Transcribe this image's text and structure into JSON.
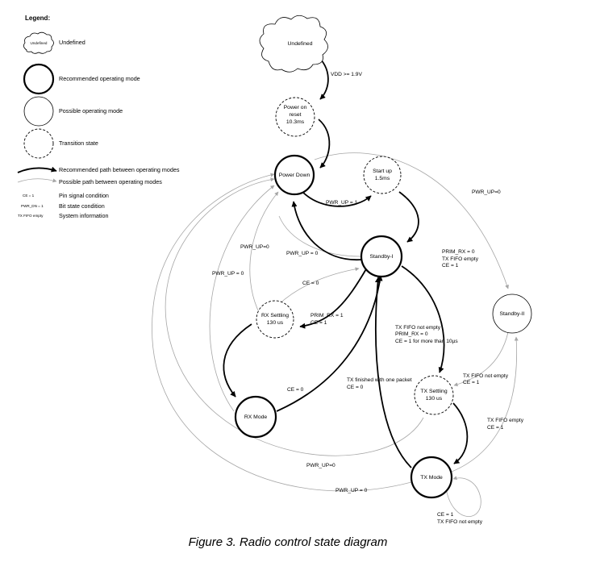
{
  "legend": {
    "title": "Legend:",
    "undefined_cloud_label": "Undefined",
    "undefined": "Undefined",
    "recommended_mode": "Recommended operating mode",
    "possible_mode": "Possible operating mode",
    "transition_state": "Transition state",
    "recommended_path": "Recommended path between operating modes",
    "possible_path": "Possible path between operating modes",
    "pin_example": "CE = 1",
    "pin_desc": "Pin signal condition",
    "bit_example": "PWR_DN = 1",
    "bit_desc": "Bit state condition",
    "sys_example": "TX FIFO empty",
    "sys_desc": "System information"
  },
  "states": {
    "undefined": "Undefined",
    "power_on_reset": [
      "Power on",
      "reset",
      "10.3ms"
    ],
    "power_down": "Power Down",
    "start_up": [
      "Start up",
      "1.5ms"
    ],
    "standby_1": "Standby-I",
    "standby_2": "Standby-II",
    "rx_settling": [
      "RX Settling",
      "130 us"
    ],
    "rx_mode": "RX Mode",
    "tx_settling": [
      "TX Settling",
      "130 us"
    ],
    "tx_mode": "TX Mode"
  },
  "labels": {
    "vdd": "VDD >= 1.9V",
    "pwr_up_1": "PWR_UP = 1",
    "pwr_up_0_a": "PWR_UP = 0",
    "pwr_up_0_b": "PWR_UP=0",
    "pwr_up_0_c": "PWR_UP = 0",
    "pwr_up_0_d": "PWR_UP=0",
    "pwr_up_0_e": "PWR_UP=0",
    "pwr_up_0_f": "PWR_UP = 0",
    "standby2_cond": [
      "PRIM_RX = 0",
      "TX FIFO empty",
      "CE = 1"
    ],
    "ce0_a": "CE = 0",
    "prim_rx_1": [
      "PRIM_RX = 1",
      "CE = 1"
    ],
    "tx_cond": [
      "TX FIFO not empty",
      "PRIM_RX = 0",
      "CE = 1  for more than 10µs"
    ],
    "ce0_b": "CE = 0",
    "tx_finished": [
      "TX finished with one packet",
      "CE = 0"
    ],
    "s2_to_txs": [
      "TX FIFO not empty",
      "CE = 1"
    ],
    "tx_to_s2": [
      "TX FIFO empty",
      "CE = 1"
    ],
    "tx_loop": [
      "CE = 1",
      "TX FIFO not empty"
    ]
  },
  "caption": "Figure 3. Radio control state diagram"
}
